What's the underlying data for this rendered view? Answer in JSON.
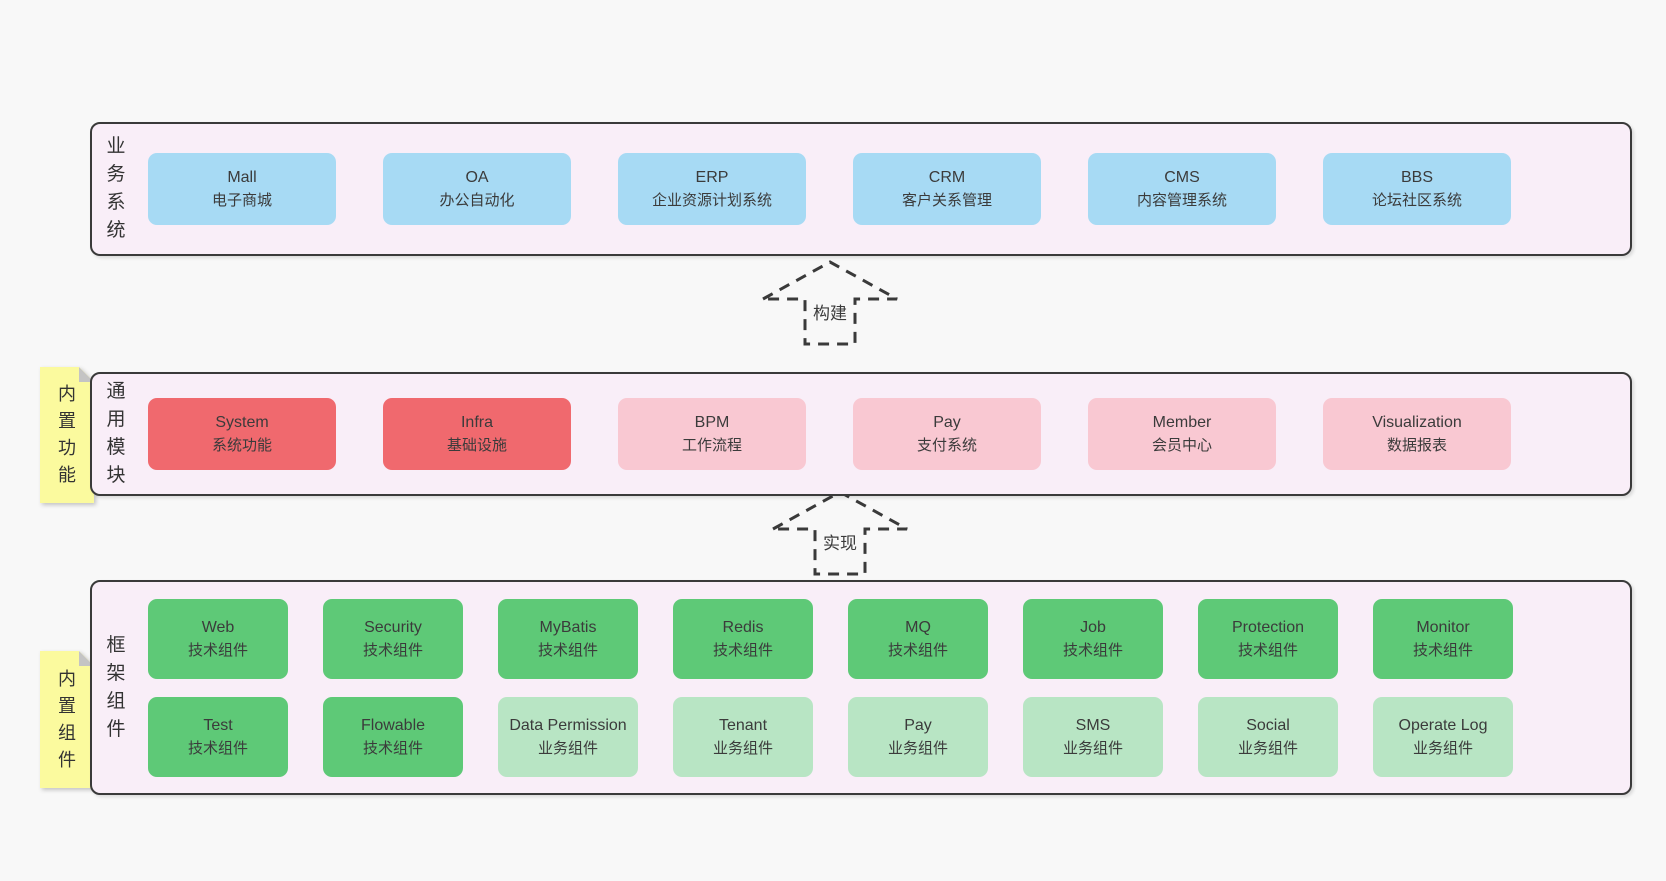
{
  "colors": {
    "page_bg": "#f8f8f8",
    "panel_bg": "#f9eef8",
    "panel_border": "#3a3a3a",
    "blue": "#a7daf4",
    "red": "#f0696e",
    "pink": "#f9c8d2",
    "green_dark": "#5ec977",
    "green_light": "#b8e5c4",
    "sticky_yellow": "#fbfa9e",
    "fold_gray": "#c4c4c4",
    "text": "#3b3b3b"
  },
  "sections": {
    "business": {
      "label": "业务系统",
      "items": [
        {
          "title": "Mall",
          "subtitle": "电子商城"
        },
        {
          "title": "OA",
          "subtitle": "办公自动化"
        },
        {
          "title": "ERP",
          "subtitle": "企业资源计划系统"
        },
        {
          "title": "CRM",
          "subtitle": "客户关系管理"
        },
        {
          "title": "CMS",
          "subtitle": "内容管理系统"
        },
        {
          "title": "BBS",
          "subtitle": "论坛社区系统"
        }
      ]
    },
    "arrow_build": {
      "label": "构建"
    },
    "modules": {
      "label": "通用模块",
      "sticky": "内置功能",
      "items": [
        {
          "title": "System",
          "subtitle": "系统功能"
        },
        {
          "title": "Infra",
          "subtitle": "基础设施"
        },
        {
          "title": "BPM",
          "subtitle": "工作流程"
        },
        {
          "title": "Pay",
          "subtitle": "支付系统"
        },
        {
          "title": "Member",
          "subtitle": "会员中心"
        },
        {
          "title": "Visualization",
          "subtitle": "数据报表"
        }
      ]
    },
    "arrow_implement": {
      "label": "实现"
    },
    "framework": {
      "label": "框架组件",
      "sticky": "内置组件",
      "row1": [
        {
          "title": "Web",
          "subtitle": "技术组件"
        },
        {
          "title": "Security",
          "subtitle": "技术组件"
        },
        {
          "title": "MyBatis",
          "subtitle": "技术组件"
        },
        {
          "title": "Redis",
          "subtitle": "技术组件"
        },
        {
          "title": "MQ",
          "subtitle": "技术组件"
        },
        {
          "title": "Job",
          "subtitle": "技术组件"
        },
        {
          "title": "Protection",
          "subtitle": "技术组件"
        },
        {
          "title": "Monitor",
          "subtitle": "技术组件"
        }
      ],
      "row2": [
        {
          "title": "Test",
          "subtitle": "技术组件"
        },
        {
          "title": "Flowable",
          "subtitle": "技术组件"
        },
        {
          "title": "Data Permission",
          "subtitle": "业务组件"
        },
        {
          "title": "Tenant",
          "subtitle": "业务组件"
        },
        {
          "title": "Pay",
          "subtitle": "业务组件"
        },
        {
          "title": "SMS",
          "subtitle": "业务组件"
        },
        {
          "title": "Social",
          "subtitle": "业务组件"
        },
        {
          "title": "Operate Log",
          "subtitle": "业务组件"
        }
      ]
    }
  }
}
